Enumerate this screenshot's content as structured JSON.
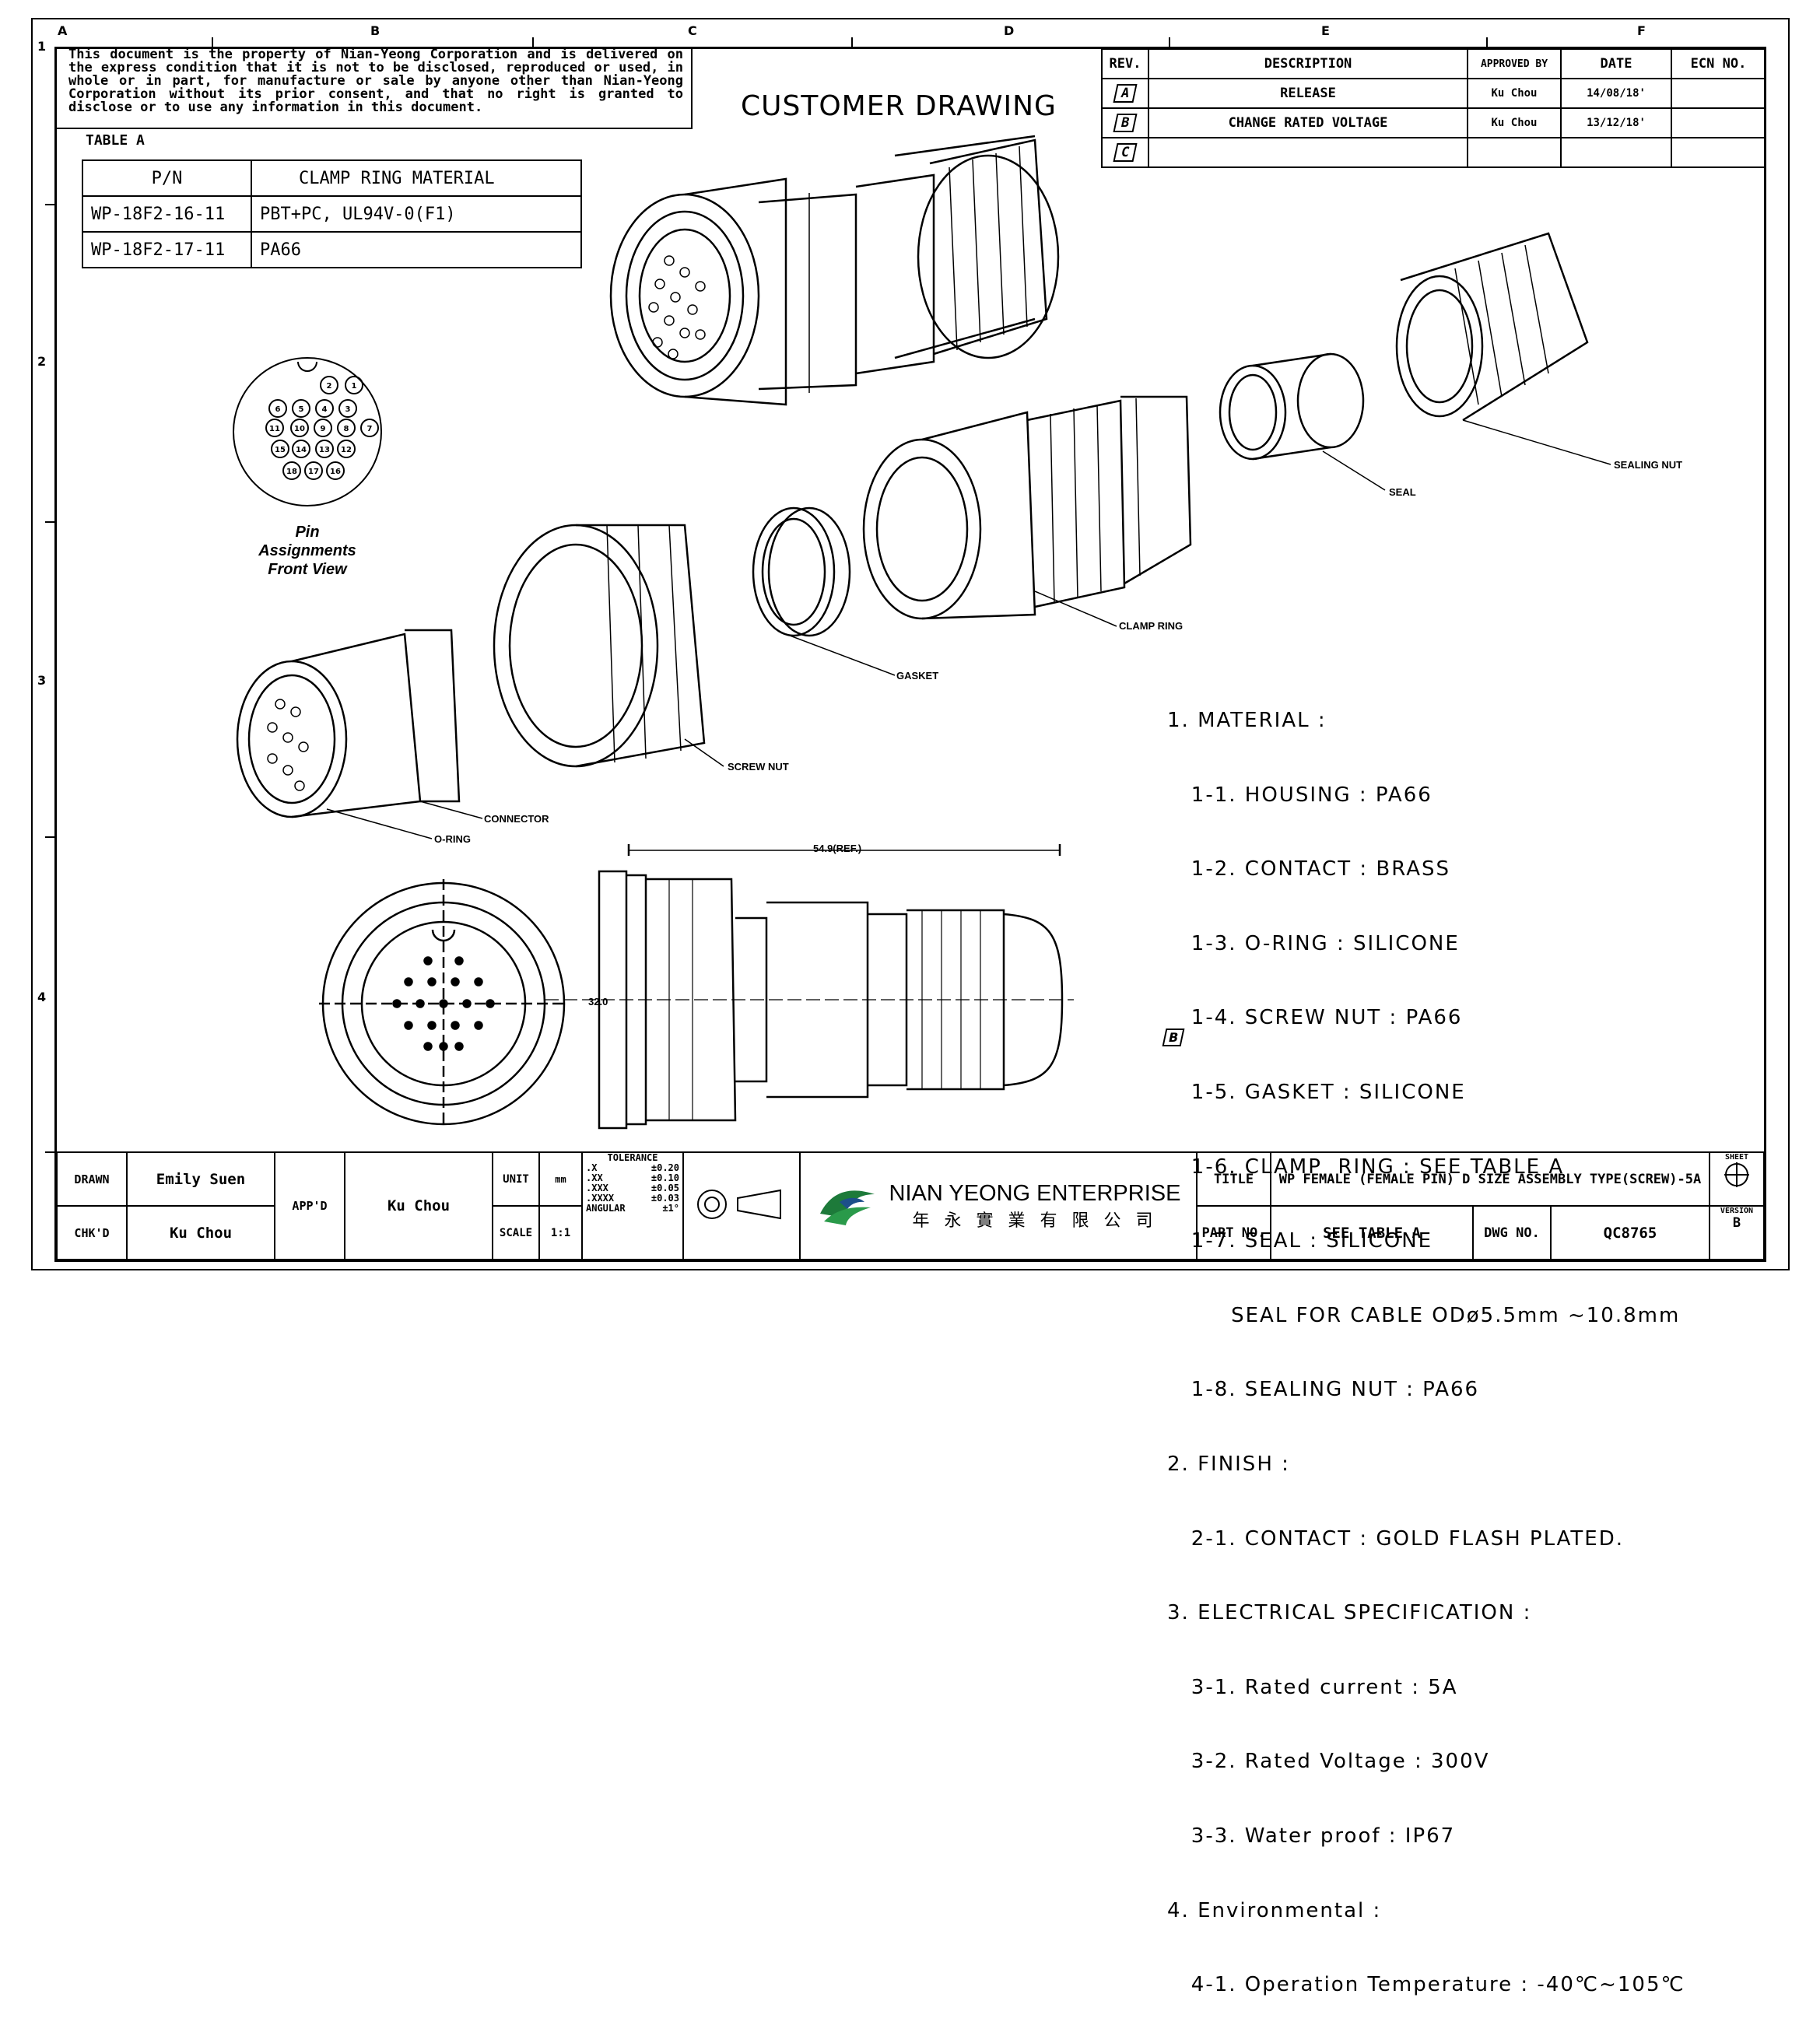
{
  "border": {
    "col_labels": [
      "A",
      "B",
      "C",
      "D",
      "E",
      "F"
    ],
    "row_labels": [
      "1",
      "2",
      "3",
      "4"
    ]
  },
  "notice": "This document is the property of Nian-Yeong Corporation and is delivered on the express condition that it is not to be disclosed, reproduced or used, in whole or in part, for manufacture or sale by anyone other than Nian-Yeong Corporation without its prior consent, and that no right is granted to disclose or to use any information in this document.",
  "header_title": "CUSTOMER DRAWING",
  "table_a": {
    "caption": "TABLE A",
    "headers": [
      "P/N",
      "CLAMP RING MATERIAL"
    ],
    "rows": [
      [
        "WP-18F2-16-11",
        "PBT+PC, UL94V-0(F1)"
      ],
      [
        "WP-18F2-17-11",
        "PA66"
      ]
    ]
  },
  "revision_table": {
    "headers": [
      "REV.",
      "DESCRIPTION",
      "APPROVED BY",
      "DATE",
      "ECN NO."
    ],
    "rows": [
      {
        "rev": "A",
        "description": "RELEASE",
        "approved_by": "Ku Chou",
        "date": "14/08/18'",
        "ecn": ""
      },
      {
        "rev": "B",
        "description": "CHANGE RATED VOLTAGE",
        "approved_by": "Ku Chou",
        "date": "13/12/18'",
        "ecn": ""
      },
      {
        "rev": "C",
        "description": "",
        "approved_by": "",
        "date": "",
        "ecn": ""
      }
    ]
  },
  "pin_view": {
    "pins": [
      "1",
      "2",
      "3",
      "4",
      "5",
      "6",
      "7",
      "8",
      "9",
      "10",
      "11",
      "12",
      "13",
      "14",
      "15",
      "16",
      "17",
      "18"
    ],
    "caption_line1": "Pin Assignments",
    "caption_line2": "Front View"
  },
  "part_labels": {
    "sealing_nut": "SEALING NUT",
    "seal": "SEAL",
    "clamp_ring": "CLAMP RING",
    "gasket": "GASKET",
    "screw_nut": "SCREW NUT",
    "connector": "CONNECTOR",
    "o_ring": "O-RING"
  },
  "dimensions": {
    "length": "54.9(REF.)",
    "diameter": "32.0"
  },
  "spec_lines": [
    "1. MATERIAL :",
    "   1-1. HOUSING : PA66",
    "   1-2. CONTACT : BRASS",
    "   1-3. O-RING : SILICONE",
    "   1-4. SCREW NUT : PA66",
    "   1-5. GASKET : SILICONE",
    "   1-6. CLAMP  RING : SEE TABLE A",
    "   1-7. SEAL : SILICONE",
    "        SEAL FOR CABLE ODø5.5mm ~10.8mm",
    "   1-8. SEALING NUT : PA66",
    "2. FINISH :",
    "   2-1. CONTACT : GOLD FLASH PLATED.",
    "3. ELECTRICAL SPECIFICATION :",
    "   3-1. Rated current : 5A",
    "   3-2. Rated Voltage : 300V",
    "   3-3. Water proof : IP67",
    "4. Environmental :",
    "   4-1. Operation Temperature : -40℃~105℃"
  ],
  "spec_rev_marker": "B",
  "title_block": {
    "drawn_label": "DRAWN",
    "drawn": "Emily Suen",
    "checked_label": "CHK'D",
    "checked": "Ku Chou",
    "approved_label": "APP'D",
    "approved": "Ku Chou",
    "unit_label": "UNIT",
    "unit": "mm",
    "scale_label": "SCALE",
    "scale": "1:1",
    "tolerance_title": "TOLERANCE",
    "tolerances": [
      {
        "k": ".X",
        "v": "±0.20"
      },
      {
        "k": ".XX",
        "v": "±0.10"
      },
      {
        "k": ".XXX",
        "v": "±0.05"
      },
      {
        "k": ".XXXX",
        "v": "±0.03"
      },
      {
        "k": "ANGULAR",
        "v": "±1°"
      }
    ],
    "company": "NIAN YEONG ENTERPRISE",
    "company_cn": "年 永 實 業 有 限 公 司",
    "title_label": "TITLE",
    "title": "WP FEMALE (FEMALE PIN) D SIZE ASSEMBLY TYPE(SCREW)-5A",
    "sheet_label": "SHEET",
    "part_label": "PART NO.",
    "part": "SEE TABLE A",
    "dwg_label": "DWG NO.",
    "dwg": "QC8765",
    "version_label": "VERSION",
    "version": "B"
  }
}
